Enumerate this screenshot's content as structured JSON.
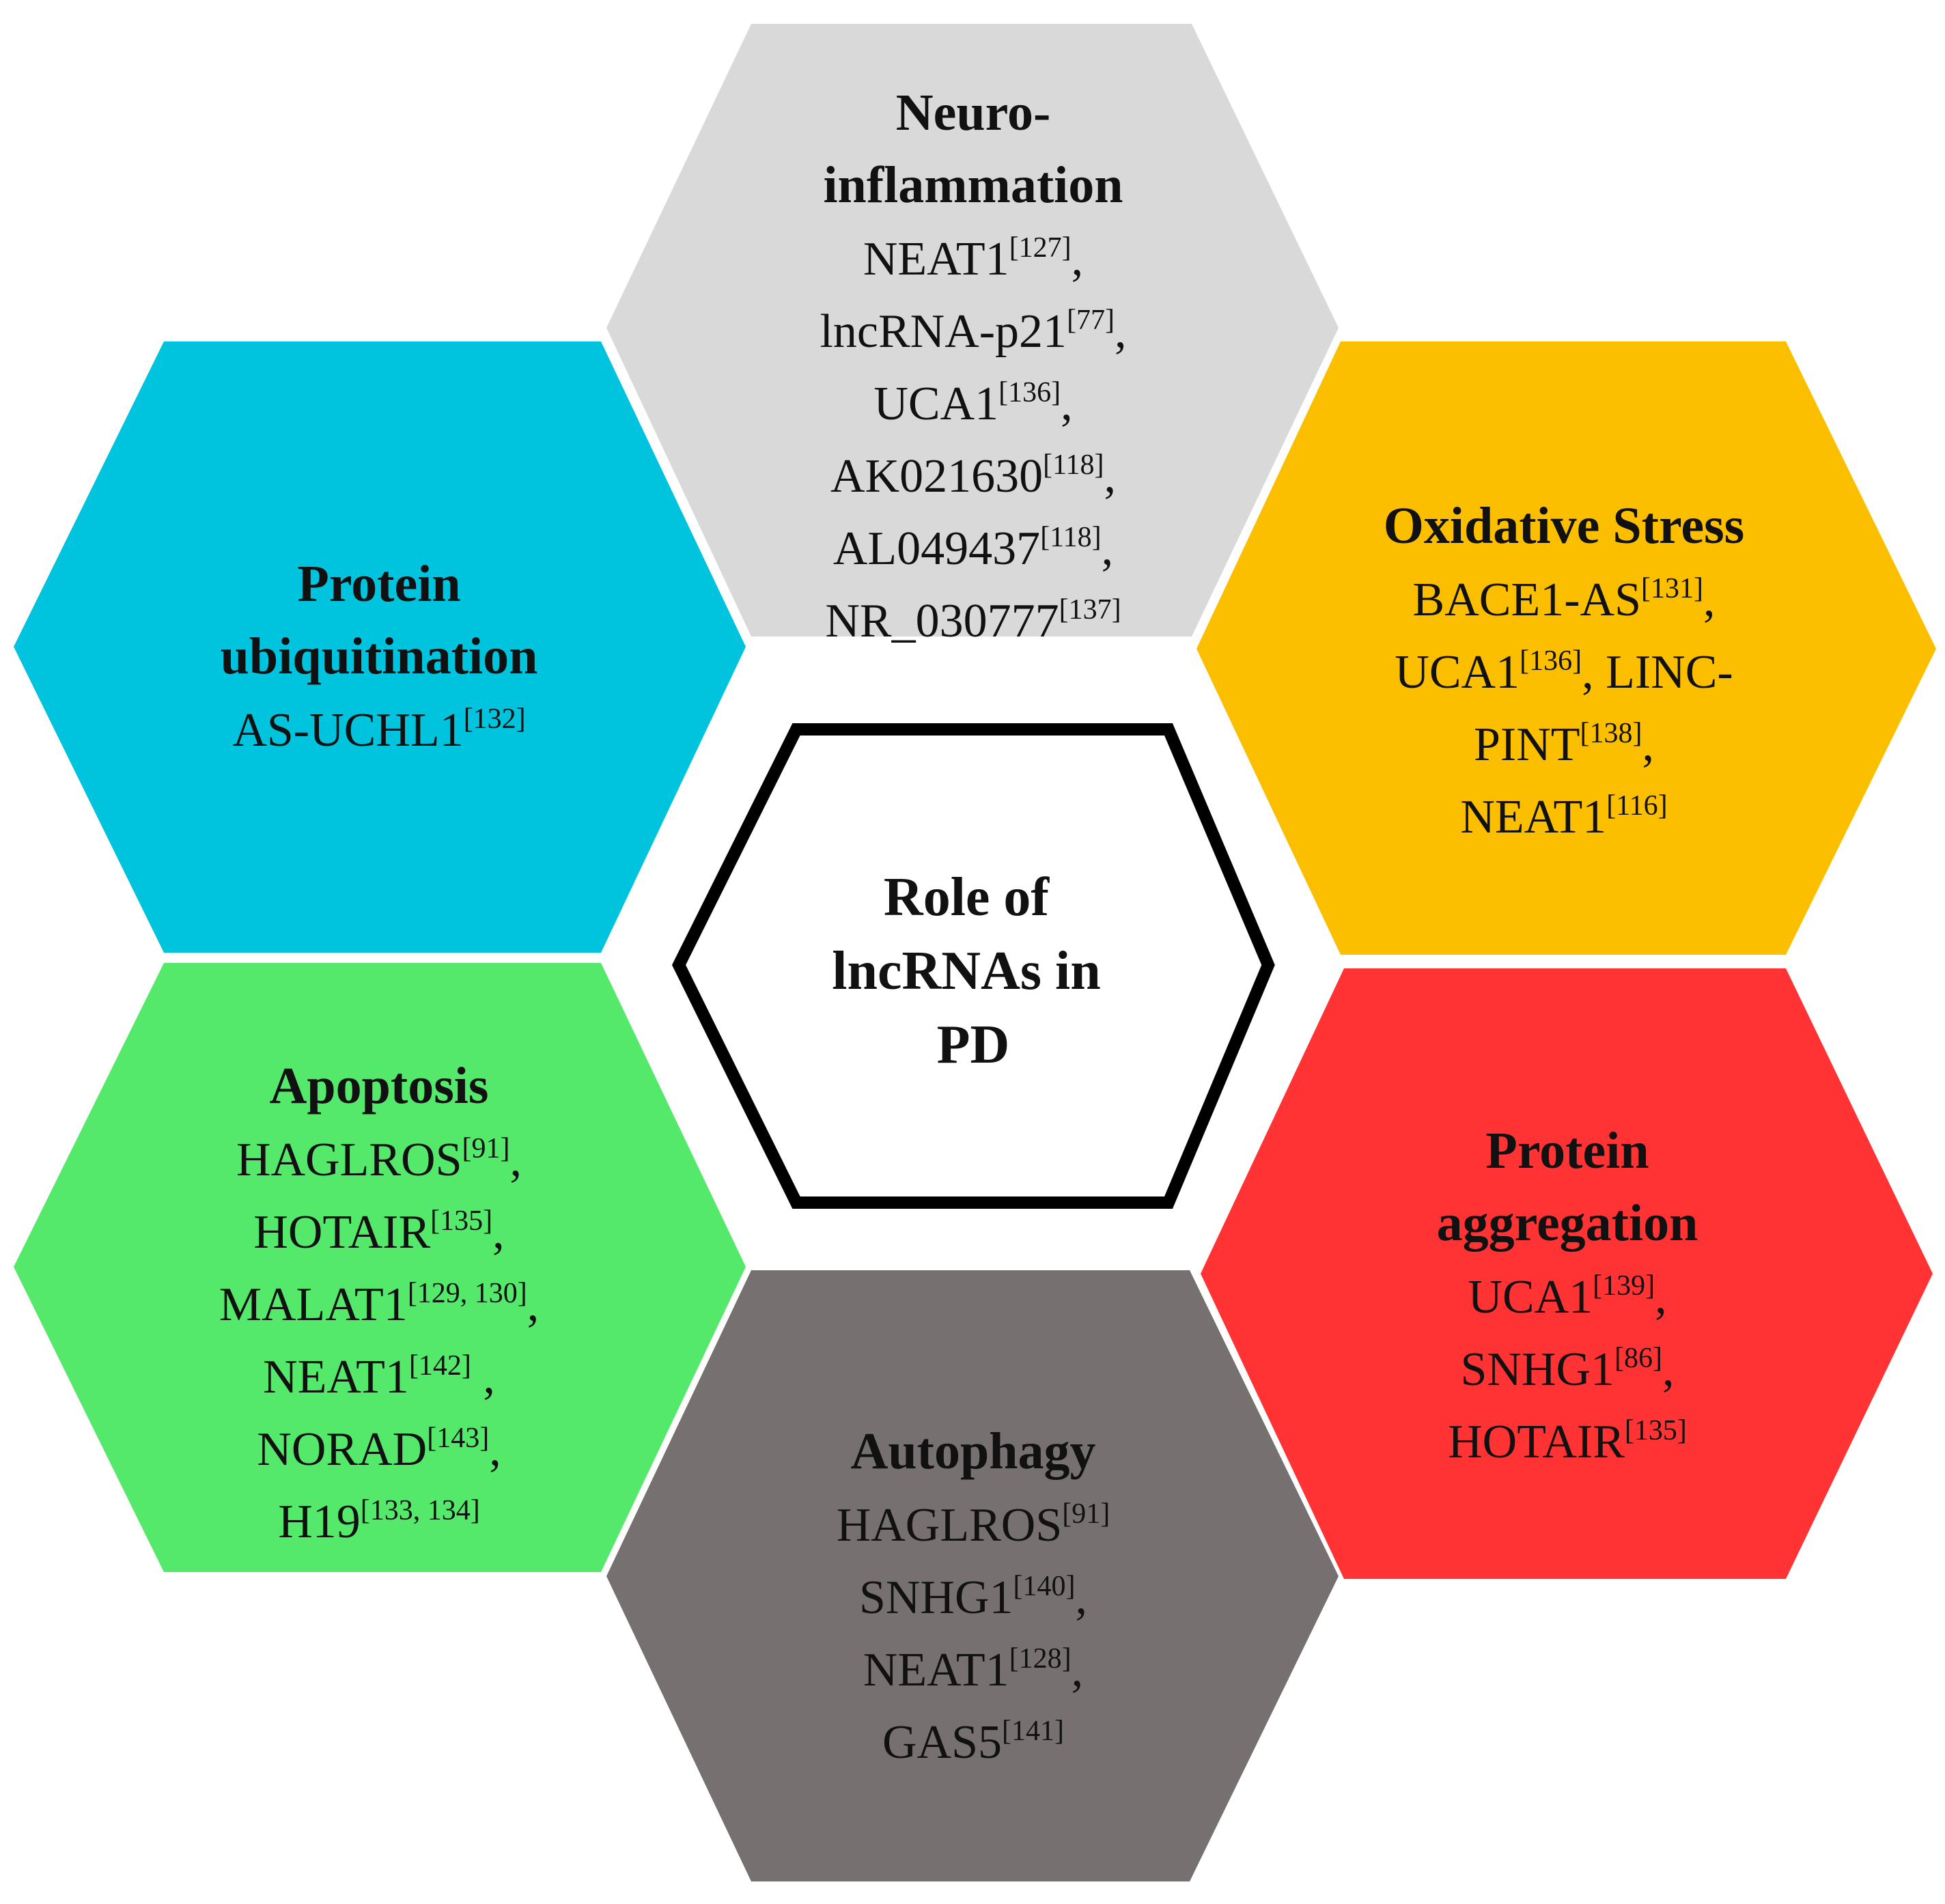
{
  "center": {
    "lines": [
      "Role of",
      "lncRNAs in",
      "PD"
    ]
  },
  "hexagons": [
    {
      "id": "neuroinflammation",
      "color": "#d9d9d9",
      "title": [
        "Neuro-",
        "inflammation"
      ],
      "items": [
        [
          {
            "t": "NEAT1"
          },
          {
            "t": "[127]",
            "sup": true
          },
          {
            "t": ","
          }
        ],
        [
          {
            "t": "lncRNA-p21"
          },
          {
            "t": "[77]",
            "sup": true
          },
          {
            "t": ","
          }
        ],
        [
          {
            "t": "UCA1"
          },
          {
            "t": "[136]",
            "sup": true
          },
          {
            "t": ","
          }
        ],
        [
          {
            "t": "AK021630"
          },
          {
            "t": "[118]",
            "sup": true
          },
          {
            "t": ","
          }
        ],
        [
          {
            "t": "AL049437"
          },
          {
            "t": "[118]",
            "sup": true
          },
          {
            "t": ","
          }
        ],
        [
          {
            "t": "NR_030777"
          },
          {
            "t": "[137]",
            "sup": true
          }
        ]
      ]
    },
    {
      "id": "oxidative-stress",
      "color": "#fcbf00",
      "title": [
        "Oxidative Stress"
      ],
      "items": [
        [
          {
            "t": "BACE1-AS"
          },
          {
            "t": "[131]",
            "sup": true
          },
          {
            "t": ","
          }
        ],
        [
          {
            "t": "UCA1"
          },
          {
            "t": "[136]",
            "sup": true
          },
          {
            "t": ", LINC-"
          }
        ],
        [
          {
            "t": "PINT"
          },
          {
            "t": "[138]",
            "sup": true
          },
          {
            "t": ","
          }
        ],
        [
          {
            "t": "NEAT1"
          },
          {
            "t": "[116]",
            "sup": true
          }
        ]
      ]
    },
    {
      "id": "protein-aggregation",
      "color": "#ff3333",
      "title": [
        "Protein",
        "aggregation"
      ],
      "items": [
        [
          {
            "t": "UCA1"
          },
          {
            "t": "[139]",
            "sup": true
          },
          {
            "t": ","
          }
        ],
        [
          {
            "t": "SNHG1"
          },
          {
            "t": "[86]",
            "sup": true
          },
          {
            "t": ","
          }
        ],
        [
          {
            "t": "HOTAIR"
          },
          {
            "t": "[135]",
            "sup": true
          }
        ]
      ]
    },
    {
      "id": "autophagy",
      "color": "#767170",
      "title": [
        "Autophagy"
      ],
      "items": [
        [
          {
            "t": "HAGLROS"
          },
          {
            "t": "[91]",
            "sup": true
          }
        ],
        [
          {
            "t": "SNHG1"
          },
          {
            "t": "[140]",
            "sup": true
          },
          {
            "t": ","
          }
        ],
        [
          {
            "t": "NEAT1"
          },
          {
            "t": "[128]",
            "sup": true
          },
          {
            "t": ","
          }
        ],
        [
          {
            "t": "GAS5"
          },
          {
            "t": "[141]",
            "sup": true
          }
        ]
      ]
    },
    {
      "id": "apoptosis",
      "color": "#55e96c",
      "title": [
        "Apoptosis"
      ],
      "items": [
        [
          {
            "t": "HAGLROS"
          },
          {
            "t": "[91]",
            "sup": true
          },
          {
            "t": ","
          }
        ],
        [
          {
            "t": "HOTAIR"
          },
          {
            "t": "[135]",
            "sup": true
          },
          {
            "t": ","
          }
        ],
        [
          {
            "t": "MALAT1"
          },
          {
            "t": "[129, 130]",
            "sup": true
          },
          {
            "t": ","
          }
        ],
        [
          {
            "t": "NEAT1"
          },
          {
            "t": "[142]",
            "sup": true
          },
          {
            "t": " ,"
          }
        ],
        [
          {
            "t": "NORAD"
          },
          {
            "t": "[143]",
            "sup": true
          },
          {
            "t": ","
          }
        ],
        [
          {
            "t": "H19"
          },
          {
            "t": "[133, 134]",
            "sup": true
          }
        ]
      ]
    },
    {
      "id": "protein-ubiquitination",
      "color": "#00c3de",
      "title": [
        "Protein",
        "ubiquitination"
      ],
      "items": [
        [
          {
            "t": "AS-UCHL1"
          },
          {
            "t": "[132]",
            "sup": true
          }
        ]
      ]
    }
  ]
}
